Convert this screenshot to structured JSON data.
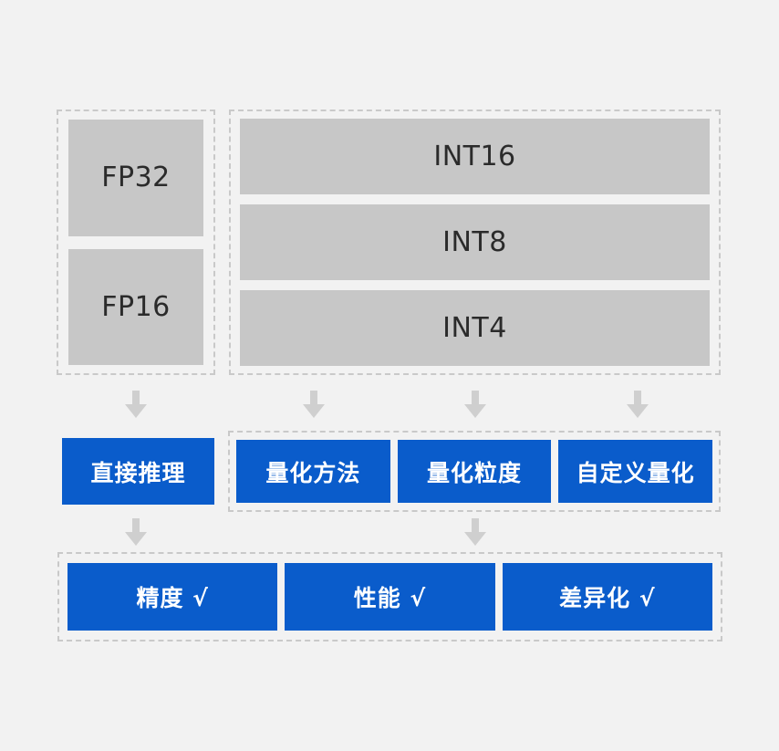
{
  "colors": {
    "background": "#F2F2F2",
    "dashed_border": "#C9C9C9",
    "gray_box": "#C7C7C7",
    "blue_box": "#0A5CCB",
    "dark_text": "#2B2B2B",
    "light_text": "#FFFFFF",
    "arrow": "#CFCFCF"
  },
  "top": {
    "fp_panel": {
      "items": [
        {
          "label": "FP32"
        },
        {
          "label": "FP16"
        }
      ]
    },
    "int_panel": {
      "items": [
        {
          "label": "INT16"
        },
        {
          "label": "INT8"
        },
        {
          "label": "INT4"
        }
      ]
    }
  },
  "middle": {
    "direct_inference": {
      "label": "直接推理"
    },
    "quant_options": {
      "items": [
        {
          "label": "量化方法"
        },
        {
          "label": "量化粒度"
        },
        {
          "label": "自定义量化"
        }
      ]
    }
  },
  "bottom": {
    "results": {
      "items": [
        {
          "label": "精度 √"
        },
        {
          "label": "性能 √"
        },
        {
          "label": "差异化 √"
        }
      ]
    }
  }
}
